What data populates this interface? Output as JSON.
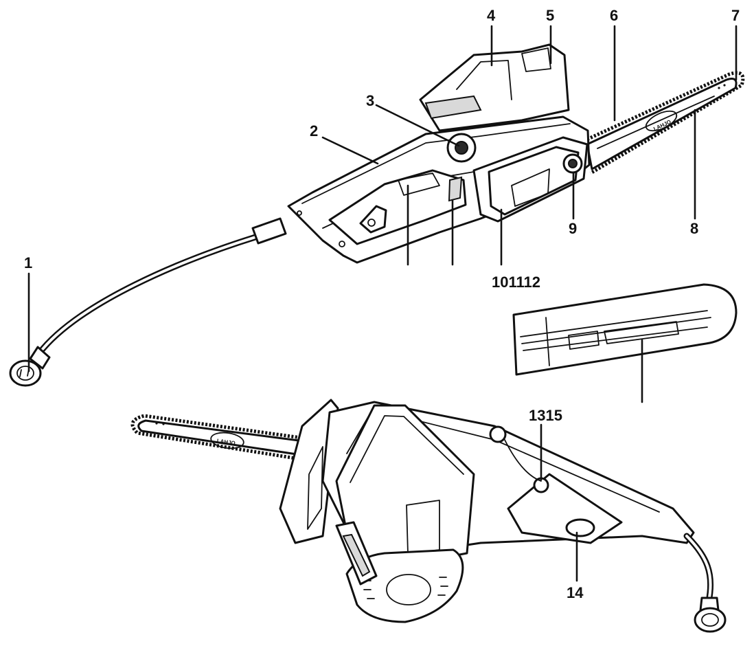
{
  "callouts": [
    {
      "id": "1",
      "text": "1"
    },
    {
      "id": "2",
      "text": "2"
    },
    {
      "id": "3",
      "text": "3"
    },
    {
      "id": "4",
      "text": "4"
    },
    {
      "id": "5",
      "text": "5"
    },
    {
      "id": "6",
      "text": "6"
    },
    {
      "id": "7",
      "text": "7"
    },
    {
      "id": "8",
      "text": "8"
    },
    {
      "id": "9",
      "text": "9"
    },
    {
      "id": "101112",
      "text": "101112"
    },
    {
      "id": "1315",
      "text": "1315"
    },
    {
      "id": "14",
      "text": "14"
    }
  ],
  "bar_logo_text": [
    "LAHJO",
    "LAHJO"
  ]
}
